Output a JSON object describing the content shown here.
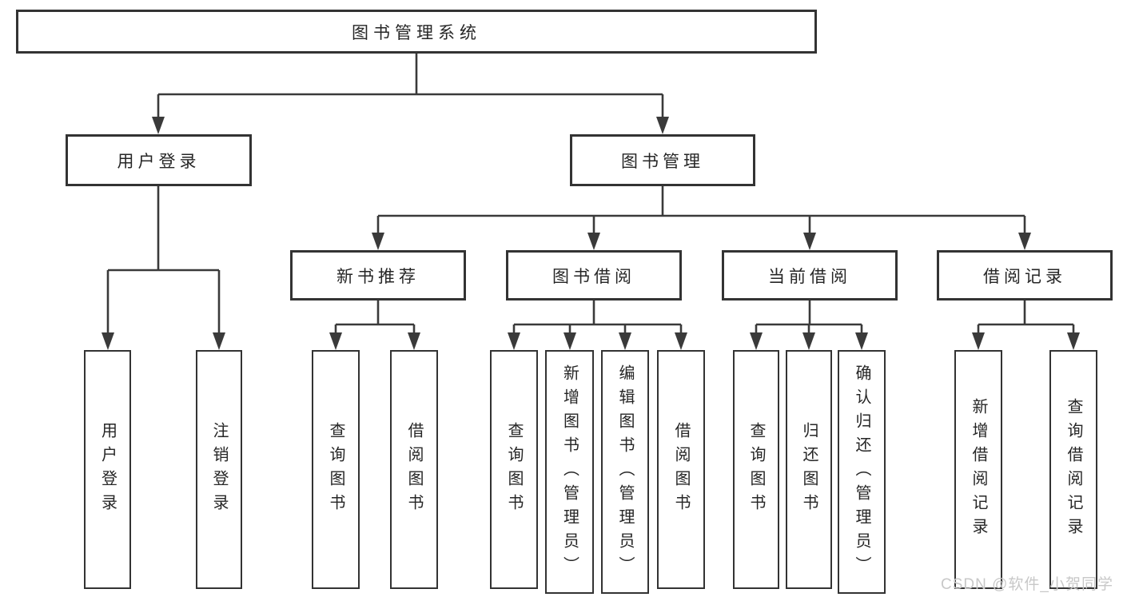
{
  "diagram": {
    "root": {
      "label": "图书管理系统"
    },
    "user_branch": {
      "label": "用户登录",
      "leaves": [
        "用户登录",
        "注销登录"
      ]
    },
    "book_branch": {
      "label": "图书管理",
      "children": [
        {
          "label": "新书推荐",
          "leaves": [
            "查询图书",
            "借阅图书"
          ]
        },
        {
          "label": "图书借阅",
          "leaves": [
            "查询图书",
            "新增图书（管理员）",
            "编辑图书（管理员）",
            "借阅图书"
          ]
        },
        {
          "label": "当前借阅",
          "leaves": [
            "查询图书",
            "归还图书",
            "确认归还（管理员）"
          ]
        },
        {
          "label": "借阅记录",
          "leaves": [
            "新增借阅记录",
            "查询借阅记录"
          ]
        }
      ]
    },
    "watermark": "CSDN @软件_小贺同学"
  },
  "colors": {
    "line": "#3a3a3a",
    "box_border": "#333333",
    "box_bg": "#ffffff",
    "text": "#262626",
    "watermark": "#c8c8c8",
    "background": "#ffffff"
  }
}
